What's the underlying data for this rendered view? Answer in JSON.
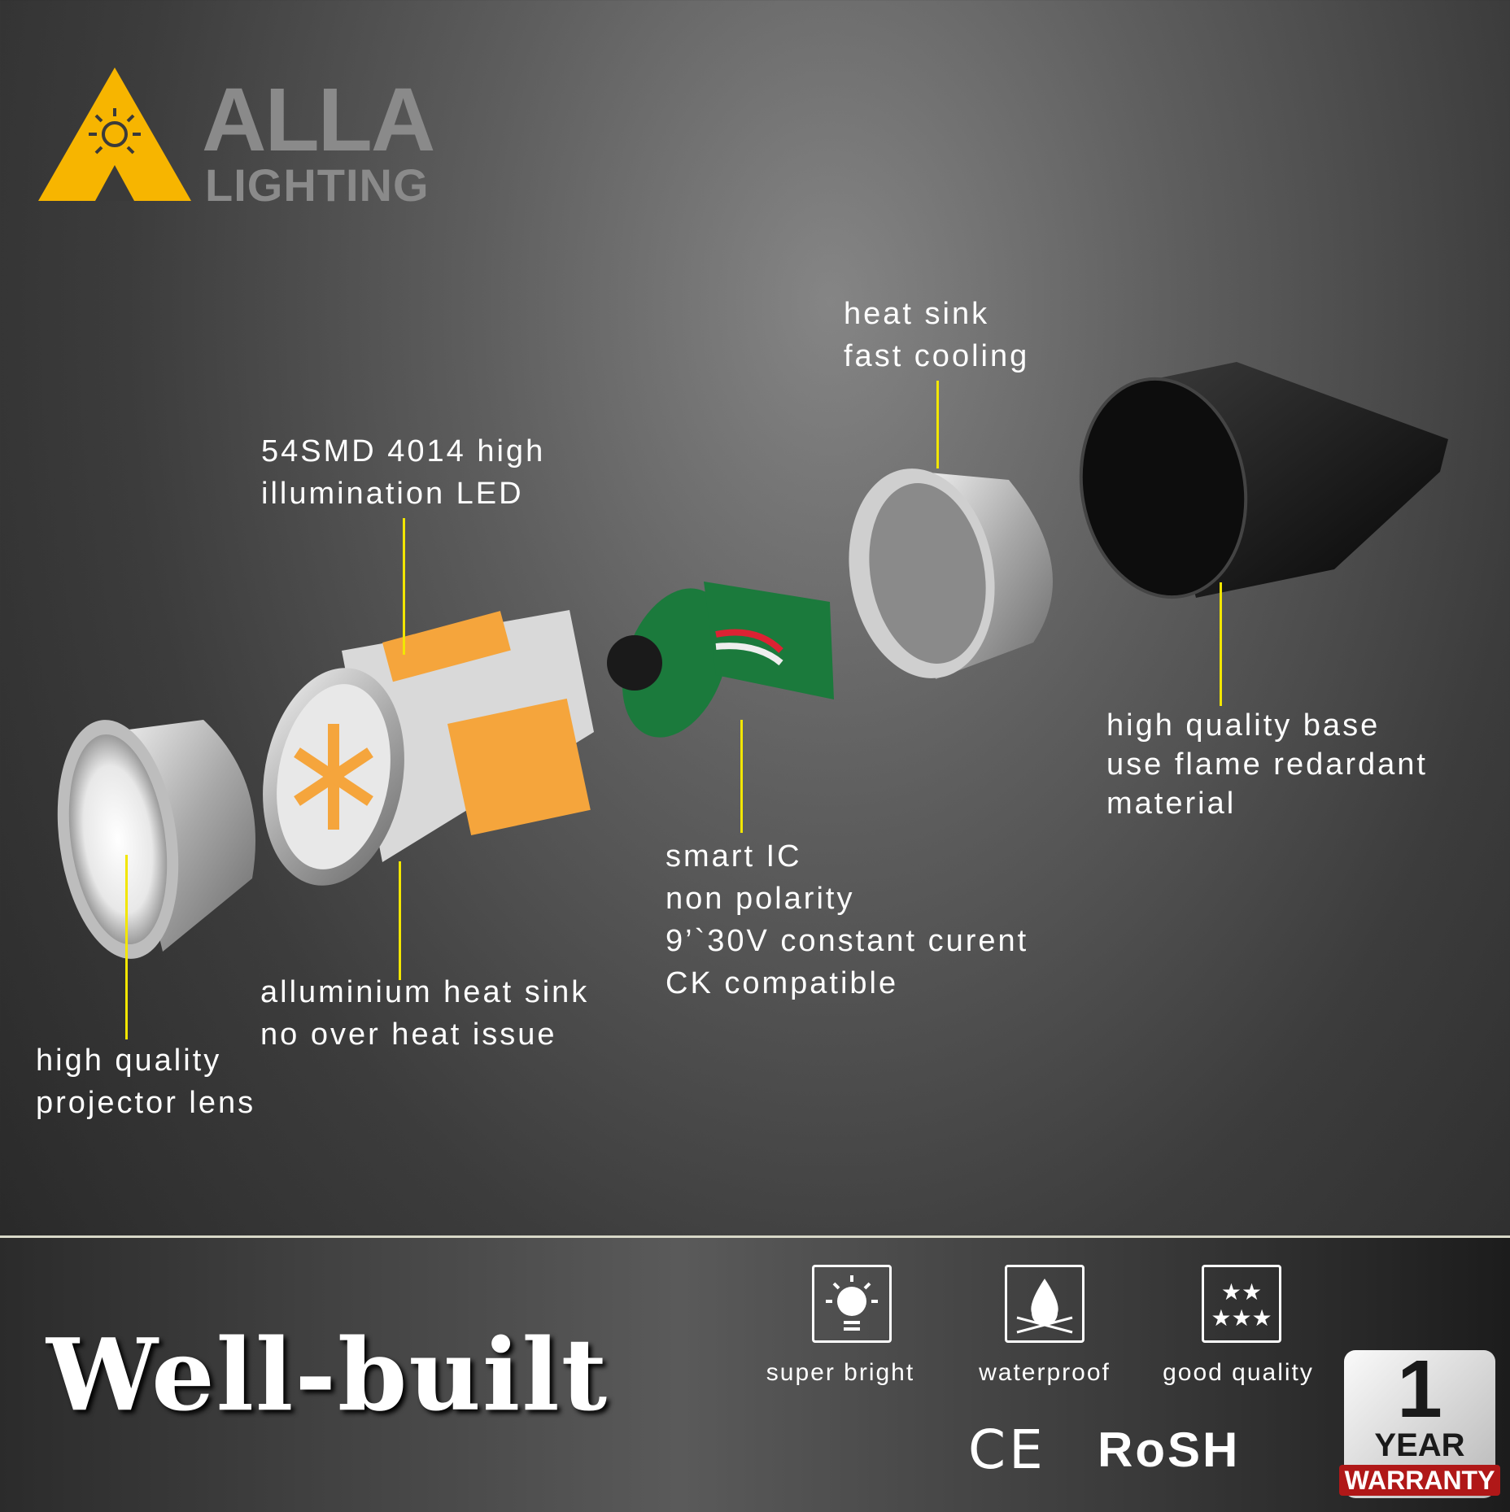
{
  "brand": {
    "line1": "ALLA",
    "line2": "LIGHTING",
    "accent": "#f7b500"
  },
  "callouts": {
    "heat_sink": [
      "heat sink",
      "fast cooling"
    ],
    "led": [
      "54SMD 4014 high",
      "illumination LED"
    ],
    "smart_ic": [
      "smart IC",
      "non polarity",
      "9’`30V constant curent",
      "CK compatible"
    ],
    "base": [
      "high quality base",
      "use flame redardant",
      "material"
    ],
    "alu": [
      "alluminium heat sink",
      "no over heat issue"
    ],
    "lens": [
      "high quality",
      "projector lens"
    ],
    "line_color": "#f2e600"
  },
  "footer": {
    "headline": "Well-built",
    "features": [
      {
        "label": "super bright",
        "icon": "sun-icon"
      },
      {
        "label": "waterproof",
        "icon": "water-drop-icon"
      },
      {
        "label": "good quality",
        "icon": "stars-icon"
      }
    ],
    "certs": {
      "ce": "CE",
      "rosh": "RoSH"
    },
    "warranty": {
      "number": "1",
      "unit": "YEAR",
      "label": "WARRANTY",
      "ribbon_color": "#b01818"
    }
  }
}
